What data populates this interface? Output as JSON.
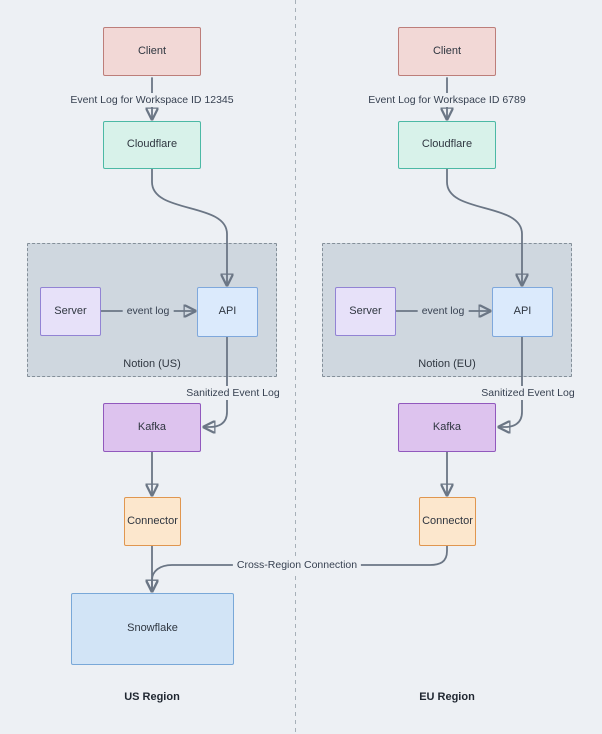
{
  "us": {
    "client": "Client",
    "workspace_edge_label": "Event Log for Workspace ID 12345",
    "cloudflare": "Cloudflare",
    "cluster_label": "Notion (US)",
    "server": "Server",
    "event_log_label": "event log",
    "api": "API",
    "sanitized_label": "Sanitized Event Log",
    "kafka": "Kafka",
    "connector": "Connector",
    "snowflake": "Snowflake",
    "region_label": "US Region"
  },
  "eu": {
    "client": "Client",
    "workspace_edge_label": "Event Log for Workspace ID 6789",
    "cloudflare": "Cloudflare",
    "cluster_label": "Notion (EU)",
    "server": "Server",
    "event_log_label": "event log",
    "api": "API",
    "sanitized_label": "Sanitized Event Log",
    "kafka": "Kafka",
    "connector": "Connector",
    "region_label": "EU Region"
  },
  "shared": {
    "cross_region_label": "Cross-Region Connection"
  },
  "colors": {
    "background": "#edf0f4",
    "client_fill": "#f2d8d6",
    "client_border": "#bd7e7a",
    "cloudflare_fill": "#d8f2ea",
    "cloudflare_border": "#4cb9a5",
    "cluster_fill": "#cfd7df",
    "cluster_border": "#848f99",
    "server_fill": "#e7e1f9",
    "server_border": "#9283d4",
    "api_fill": "#dbeafc",
    "api_border": "#7fa8dc",
    "kafka_fill": "#ddc3ee",
    "kafka_border": "#9159bd",
    "connector_fill": "#fce7cd",
    "connector_border": "#e0964f",
    "snowflake_fill": "#d2e4f6",
    "snowflake_border": "#79a8d8",
    "arrow": "#6b7685"
  }
}
